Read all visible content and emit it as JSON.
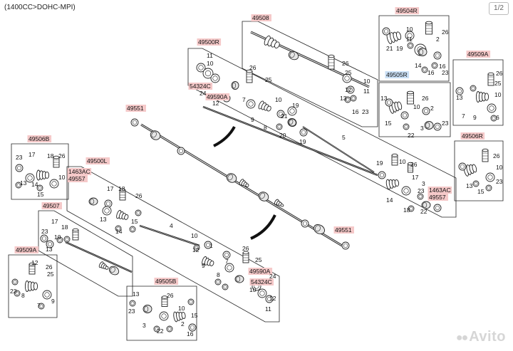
{
  "header": {
    "subtitle": "(1400CC>DOHC-MPI)",
    "page_indicator": "1/2"
  },
  "watermark": {
    "brand": "Avito",
    "dots": "●●"
  },
  "codes": {
    "c49508": "49508",
    "c49504R": "49504R",
    "c49500R": "49500R",
    "c49509A_top": "49509A",
    "c49505R": "49505R",
    "c54324C_top": "54324C",
    "c49590A_top": "49590A",
    "c49551_top": "49551",
    "c49506R": "49506R",
    "c49506B": "49506B",
    "c49500L": "49500L",
    "c1463AC_left": "1463AC",
    "c49557_left": "49557",
    "c1463AC_right": "1463AC",
    "c49557_right": "49557",
    "c49507": "49507",
    "c49551_bottom": "49551",
    "c49509A_left": "49509A",
    "c49590A_bottom": "49590A",
    "c54324C_bottom": "54324C",
    "c49505B": "49505B"
  },
  "nums": {
    "n26a": "26",
    "n25a": "25",
    "n10a": "10",
    "n11a": "11",
    "n16a": "16",
    "n23a": "23",
    "n12a": "12",
    "n13a": "13",
    "n21a": "21",
    "n19a": "19",
    "n14a": "14",
    "n2a": "2",
    "n16b": "16",
    "n23b": "23",
    "n26b": "26",
    "n10b": "10",
    "n11b": "11",
    "n24a": "24",
    "n12b": "12",
    "n7a": "7",
    "n9a": "9",
    "n8a": "8",
    "n10c": "10",
    "n21b": "21",
    "n20a": "20",
    "n19b": "19",
    "n5a": "5",
    "n26c": "26",
    "n25b": "25",
    "n10d": "10",
    "n13b": "13",
    "n3a": "3",
    "n19c": "19",
    "n15a": "15",
    "n22a": "22",
    "n23c": "23",
    "n2b": "2",
    "n26d": "26",
    "n10e": "10",
    "n7b": "7",
    "n9b": "9",
    "n6a": "6",
    "n26e": "26",
    "n25c": "25",
    "n13c": "13",
    "n14b": "14",
    "n15b": "15",
    "n22b": "22",
    "n18a": "18",
    "n17a": "17",
    "n23d": "23",
    "n13d": "13",
    "n26f": "26",
    "n10f": "10",
    "n17b": "17",
    "n3b": "3",
    "n23e": "23",
    "n9c": "9",
    "n7c": "7",
    "n1a": "1",
    "n14c": "14",
    "n19d": "19",
    "n26g": "26",
    "n18b": "18",
    "n17c": "17",
    "n13e": "13",
    "n15c": "15",
    "n4a": "4",
    "n10g": "10",
    "n12c": "12",
    "n26h": "26",
    "n23f": "23",
    "n8b": "8",
    "n25d": "25",
    "n7d": "7",
    "n9d": "9",
    "n6b": "6",
    "n11c": "11",
    "n12d": "12",
    "n24b": "24",
    "n10h": "10",
    "n8c": "8",
    "n26i": "26",
    "n17d": "17",
    "n18c": "18",
    "n23g": "23",
    "n10i": "10",
    "n14d": "14",
    "n15d": "15",
    "n23h": "23",
    "n12e": "12",
    "n10j": "10"
  }
}
